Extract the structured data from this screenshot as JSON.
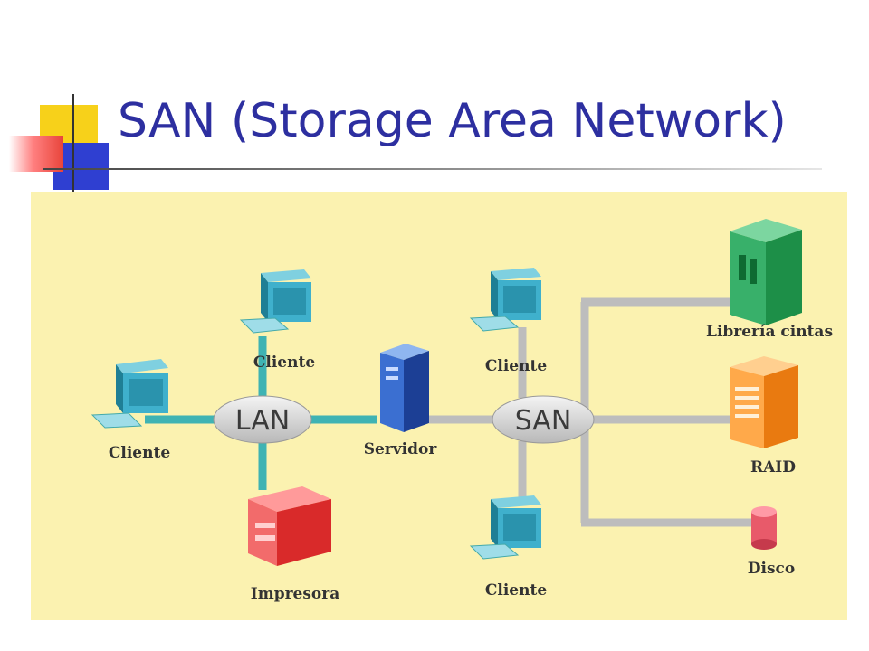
{
  "slide": {
    "title": "SAN (Storage Area Network)"
  },
  "diagram": {
    "networks": {
      "lan": "LAN",
      "san": "SAN"
    },
    "nodes": {
      "client_left": "Cliente",
      "client_top_lan": "Cliente",
      "server": "Servidor",
      "printer": "Impresora",
      "client_top_san": "Cliente",
      "client_bottom_san": "Cliente",
      "tape_library": "Librería cintas",
      "raid": "RAID",
      "disk": "Disco"
    },
    "colors": {
      "background": "#fbf2b0",
      "lan_link": "#3fb3b3",
      "san_link": "#bdbdbd",
      "title": "#2d2fa0"
    }
  }
}
